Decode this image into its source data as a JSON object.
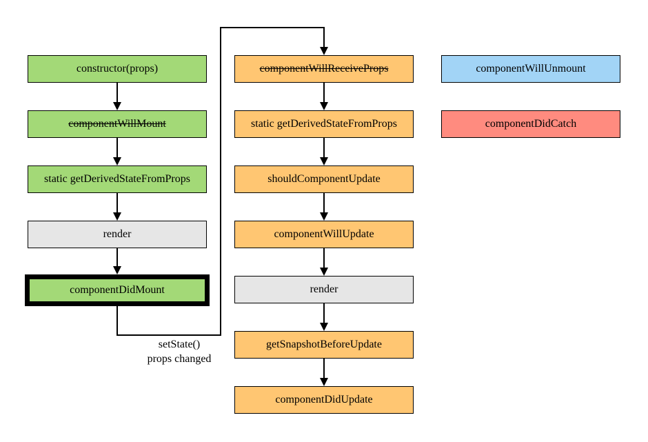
{
  "mount": [
    {
      "label": "constructor(props)",
      "deprecated": false
    },
    {
      "label": "componentWillMount",
      "deprecated": true
    },
    {
      "label": "static getDerivedStateFromProps",
      "deprecated": false
    },
    {
      "label": "render",
      "deprecated": false
    },
    {
      "label": "componentDidMount",
      "deprecated": false
    }
  ],
  "update": [
    {
      "label": "componentWillReceiveProps",
      "deprecated": true
    },
    {
      "label": "static getDerivedStateFromProps",
      "deprecated": false
    },
    {
      "label": "shouldComponentUpdate",
      "deprecated": false
    },
    {
      "label": "componentWillUpdate",
      "deprecated": false
    },
    {
      "label": "render",
      "deprecated": false
    },
    {
      "label": "getSnapshotBeforeUpdate",
      "deprecated": false
    },
    {
      "label": "componentDidUpdate",
      "deprecated": false
    }
  ],
  "other": [
    {
      "label": "componentWillUnmount"
    },
    {
      "label": "componentDidCatch"
    }
  ],
  "transition": {
    "line1": "setState()",
    "line2": "props changed"
  },
  "colors": {
    "green": "#a3d977",
    "grey": "#e6e6e6",
    "orange": "#ffc672",
    "blue": "#a2d4f6",
    "red": "#ff8b7f"
  }
}
